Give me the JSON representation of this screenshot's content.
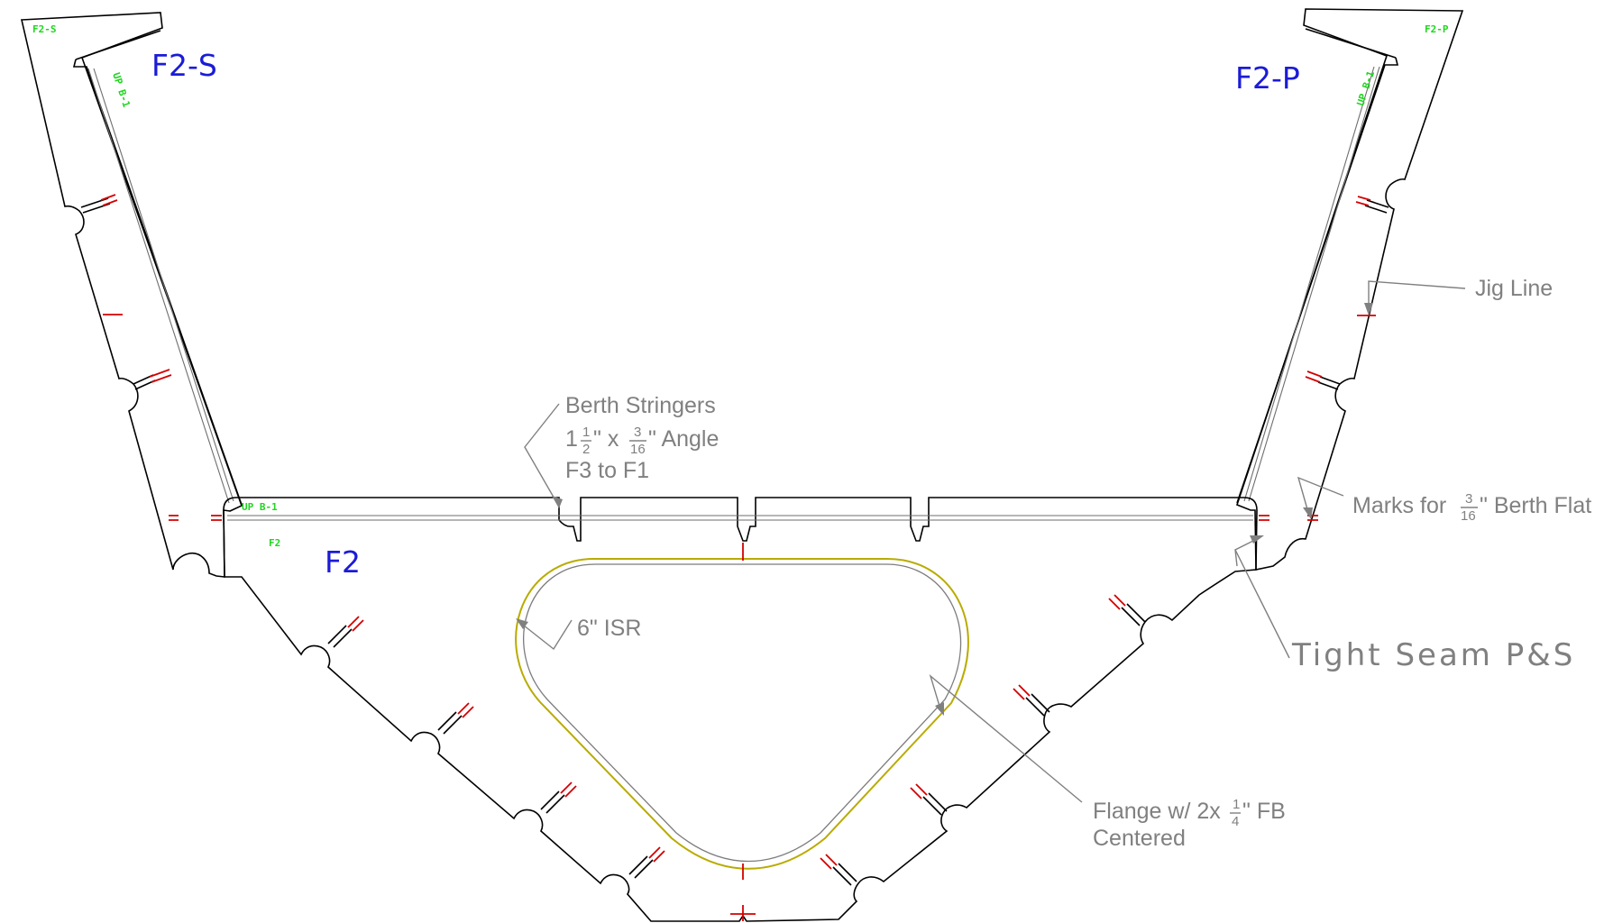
{
  "parts": {
    "f2s": {
      "label": "F2-S",
      "tag": "F2-S",
      "stringer_tag": "UP B-1"
    },
    "f2p": {
      "label": "F2-P",
      "tag": "F2-P",
      "stringer_tag": "UP B-1"
    },
    "f2": {
      "label": "F2",
      "tag": "F2",
      "stringer_tag": "UP B-1"
    }
  },
  "notes": {
    "berth_stringers": {
      "line1": "Berth Stringers",
      "line2_whole": "1",
      "line2_frac1_num": "1",
      "line2_frac1_den": "2",
      "line2_mid": "\" x",
      "line2_frac2_num": "3",
      "line2_frac2_den": "16",
      "line2_end": "\" Angle",
      "line3": "F3 to F1"
    },
    "jig_line": "Jig Line",
    "marks_berth_flat": {
      "prefix": "Marks for",
      "frac_num": "3",
      "frac_den": "16",
      "suffix": "\" Berth Flat"
    },
    "tight_seam": "Tight  Seam  P&S",
    "isr": "6\" ISR",
    "flange": {
      "line1_prefix": "Flange w/ 2x",
      "frac_num": "1",
      "frac_den": "4",
      "line1_suffix": "\" FB",
      "line2": "Centered"
    }
  },
  "colors": {
    "outline": "#000000",
    "part_label": "#1b1bd8",
    "tag_label": "#1fd61f",
    "cut_marks": "#d40000",
    "annotation": "#808080",
    "flange_bar": "#b9ab00"
  }
}
